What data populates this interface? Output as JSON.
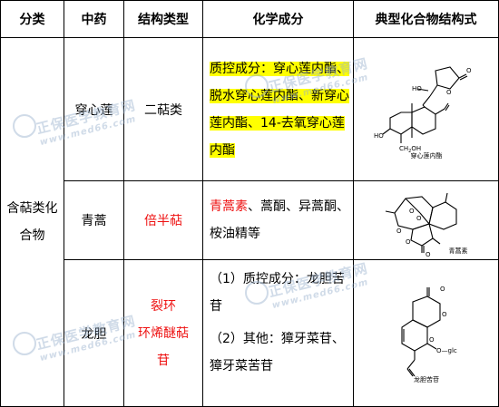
{
  "header": {
    "col1": "分类",
    "col2": "中药",
    "col3": "结构类型",
    "col4": "化学成分",
    "col5": "典型化合物结构式"
  },
  "category": "含萜类化合物",
  "rows": [
    {
      "drug": "穿心莲",
      "type": "二萜类",
      "components": "质控成分：穿心莲内酯、脱水穿心莲内酯、新穿心莲内酯、14-去氧穿心莲内酯",
      "structure": {
        "name": "穿心莲内酯",
        "labels": {
          "ho1": "HO",
          "ho2": "HO",
          "ch2oh": "CH",
          "ch2oh_sub": "2",
          "ch2oh_tail": "OH",
          "o1": "O",
          "o2": "O"
        }
      }
    },
    {
      "drug": "青蒿",
      "type": "倍半萜",
      "components": {
        "highlight": "青蒿素",
        "rest": "、蒿酮、异蒿酮、桉油精等"
      },
      "structure": {
        "name": "青蒿素",
        "labels": {
          "o1": "O",
          "o2": "O",
          "o3": "O",
          "o4": "O",
          "o5": "O"
        }
      }
    },
    {
      "drug": "龙胆",
      "type": {
        "line1": "裂环",
        "line2": "环烯醚萜",
        "line3": "苷"
      },
      "components": {
        "part1": "（1）质控成分：龙胆苦苷",
        "part2": "（2）其他：獐牙菜苷、獐牙菜苦苷"
      },
      "structure": {
        "name": "龙胆苦苷",
        "labels": {
          "o1": "O",
          "o2": "O",
          "o3": "O",
          "oglc": "O—glc"
        }
      }
    }
  ],
  "watermark": {
    "brand": "正保医学教育网",
    "url": "www.med66.com"
  },
  "colors": {
    "highlight": "#ffff00",
    "red": "#ee1111",
    "watermark": "#96afcd"
  }
}
